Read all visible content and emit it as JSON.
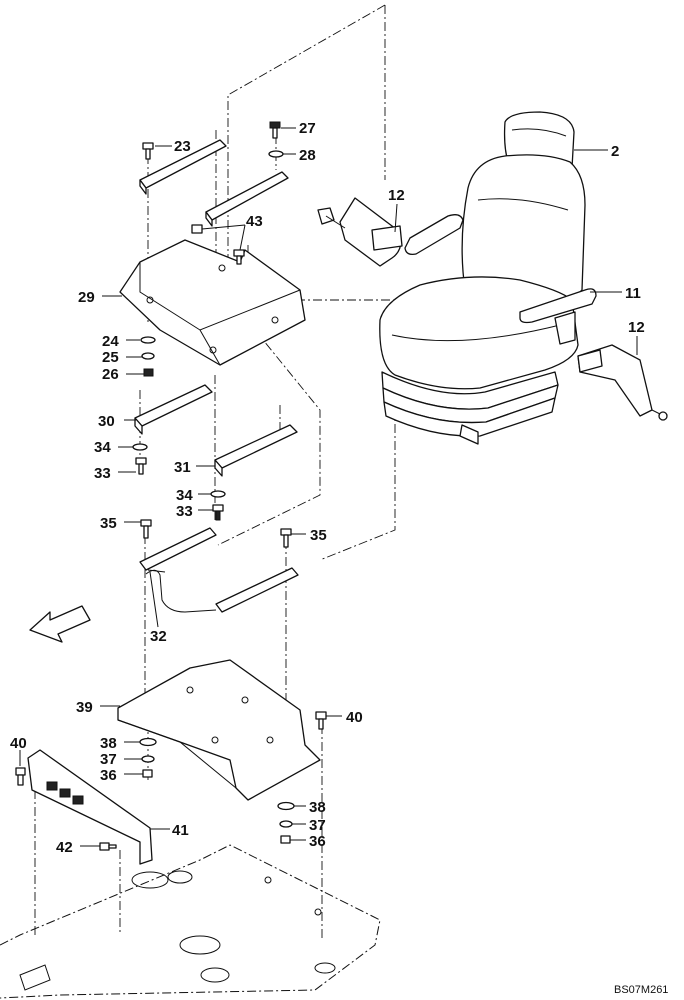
{
  "diagram": {
    "drawing_code": "BS07M261",
    "callouts": [
      {
        "id": "c2",
        "text": "2"
      },
      {
        "id": "c11",
        "text": "11"
      },
      {
        "id": "c12a",
        "text": "12"
      },
      {
        "id": "c12b",
        "text": "12"
      },
      {
        "id": "c23",
        "text": "23"
      },
      {
        "id": "c24",
        "text": "24"
      },
      {
        "id": "c25",
        "text": "25"
      },
      {
        "id": "c26",
        "text": "26"
      },
      {
        "id": "c27",
        "text": "27"
      },
      {
        "id": "c28",
        "text": "28"
      },
      {
        "id": "c29",
        "text": "29"
      },
      {
        "id": "c30",
        "text": "30"
      },
      {
        "id": "c31",
        "text": "31"
      },
      {
        "id": "c32",
        "text": "32"
      },
      {
        "id": "c33a",
        "text": "33"
      },
      {
        "id": "c33b",
        "text": "33"
      },
      {
        "id": "c34a",
        "text": "34"
      },
      {
        "id": "c34b",
        "text": "34"
      },
      {
        "id": "c35a",
        "text": "35"
      },
      {
        "id": "c35b",
        "text": "35"
      },
      {
        "id": "c36a",
        "text": "36"
      },
      {
        "id": "c36b",
        "text": "36"
      },
      {
        "id": "c37a",
        "text": "37"
      },
      {
        "id": "c37b",
        "text": "37"
      },
      {
        "id": "c38a",
        "text": "38"
      },
      {
        "id": "c38b",
        "text": "38"
      },
      {
        "id": "c39",
        "text": "39"
      },
      {
        "id": "c40a",
        "text": "40"
      },
      {
        "id": "c40b",
        "text": "40"
      },
      {
        "id": "c41",
        "text": "41"
      },
      {
        "id": "c42",
        "text": "42"
      },
      {
        "id": "c43",
        "text": "43"
      }
    ]
  }
}
